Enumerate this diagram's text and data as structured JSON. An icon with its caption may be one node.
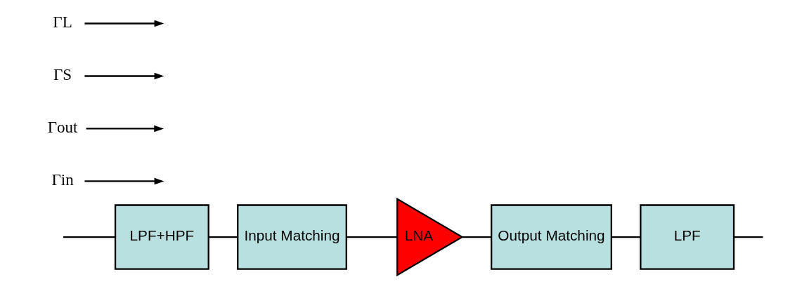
{
  "diagram": {
    "nodes": [
      {
        "text": [
          "LPF+HPF"
        ]
      },
      {
        "text": [
          "Input Matching"
        ]
      },
      {
        "text": [
          "LNA"
        ]
      },
      {
        "text": [
          "Output Matching"
        ]
      },
      {
        "text": [
          "LPF"
        ]
      },
      {
        "text": [
          "Γin"
        ]
      },
      {
        "text": [
          "Γout"
        ]
      },
      {
        "text": [
          "ΓS"
        ]
      },
      {
        "text": [
          "ΓL"
        ]
      }
    ],
    "edges": [
      {
        "from": null,
        "to": 0,
        "arrow": "none"
      },
      {
        "from": 0,
        "to": 1,
        "arrow": "none"
      },
      {
        "from": 1,
        "to": 2,
        "arrow": "none"
      },
      {
        "from": 2,
        "to": 3,
        "arrow": "none"
      },
      {
        "from": 3,
        "to": 4,
        "arrow": "none"
      },
      {
        "from": 4,
        "to": null,
        "arrow": "none"
      },
      {
        "from": 5,
        "to": null,
        "arrow": "to"
      },
      {
        "from": 6,
        "to": null,
        "arrow": "to"
      },
      {
        "from": 7,
        "to": null,
        "arrow": "to"
      },
      {
        "from": 8,
        "to": null,
        "arrow": "to"
      }
    ]
  }
}
